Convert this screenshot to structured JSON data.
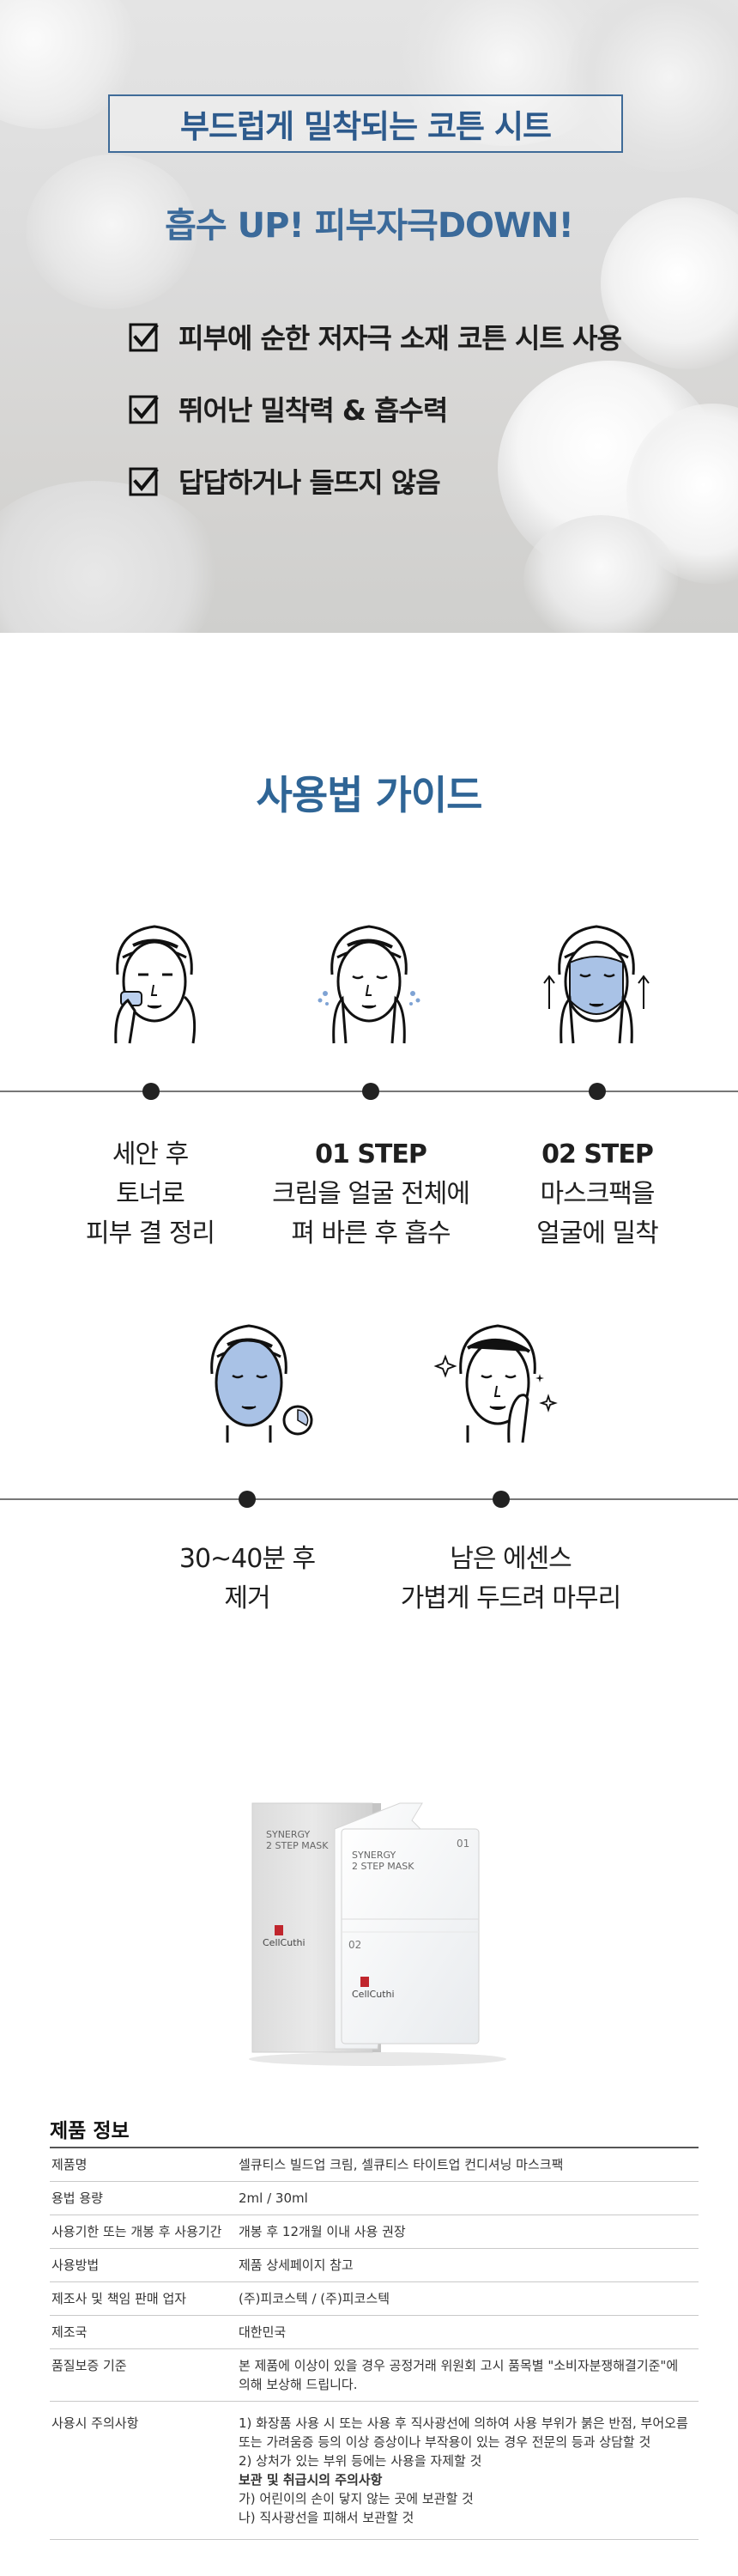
{
  "hero": {
    "title": "부드럽게 밀착되는 코튼 시트",
    "subtitle": "흡수 UP! 피부자극DOWN!",
    "checks": [
      "피부에 순한 저자극 소재 코튼 시트 사용",
      "뛰어난 밀착력 & 흡수력",
      "답답하거나 들뜨지 않음"
    ]
  },
  "guide": {
    "title": "사용법 가이드",
    "steps": [
      {
        "lines": [
          "세안 후",
          "토너로",
          "피부 결 정리"
        ]
      },
      {
        "lines": [
          "01 STEP",
          "크림을 얼굴 전체에",
          "펴 바른 후 흡수"
        ]
      },
      {
        "lines": [
          "02 STEP",
          "마스크팩을",
          "얼굴에 밀착"
        ]
      },
      {
        "lines": [
          "30~40분 후",
          "제거"
        ]
      },
      {
        "lines": [
          "남은 에센스",
          "가볍게 두드려 마무리"
        ]
      }
    ]
  },
  "product": {
    "box_line1": "SYNERGY",
    "box_line2": "2 STEP MASK",
    "pouch_line1": "SYNERGY",
    "pouch_line2": "2 STEP MASK",
    "step01": "01",
    "step02": "02",
    "brand": "CellCuthi"
  },
  "info": {
    "title": "제품 정보",
    "rows": [
      {
        "key": "제품명",
        "value": "셀큐티스 빌드업 크림, 셀큐티스 타이트업 컨디셔닝 마스크팩"
      },
      {
        "key": "용법 용량",
        "value": "2ml / 30ml"
      },
      {
        "key": "사용기한 또는 개봉 후 사용기간",
        "value": "개봉 후 12개월 이내 사용 권장"
      },
      {
        "key": "사용방법",
        "value": "제품 상세페이지 참고"
      },
      {
        "key": "제조사 및 책임 판매 업자",
        "value": "(주)피코스텍 / (주)피코스텍"
      },
      {
        "key": "제조국",
        "value": "대한민국"
      },
      {
        "key": "품질보증 기준",
        "value1": "본 제품에 이상이 있을 경우 공정거래 위원회 고시 품목별 \"소비자분쟁해결기준\"에",
        "value2": "의해 보상해 드립니다."
      },
      {
        "key": "사용시 주의사항",
        "v1": "1) 화장품 사용 시 또는 사용 후 직사광선에 의하여 사용 부위가 붉은 반점, 부어오름",
        "v2": "또는 가려움증 등의 이상 증상이나 부작용이 있는 경우 전문의 등과 상담할 것",
        "v3": "2) 상처가 있는 부위 등에는 사용을 자제할 것",
        "v4": "보관 및 취급시의 주의사항",
        "v5": "가) 어린이의 손이 닿지 않는 곳에 보관할 것",
        "v6": "나) 직사광선을 피해서 보관할 것"
      }
    ]
  },
  "colors": {
    "accent_blue": "#2f6596",
    "mask_blue": "#a9c2e6",
    "text_dark": "#1f1f1f"
  }
}
